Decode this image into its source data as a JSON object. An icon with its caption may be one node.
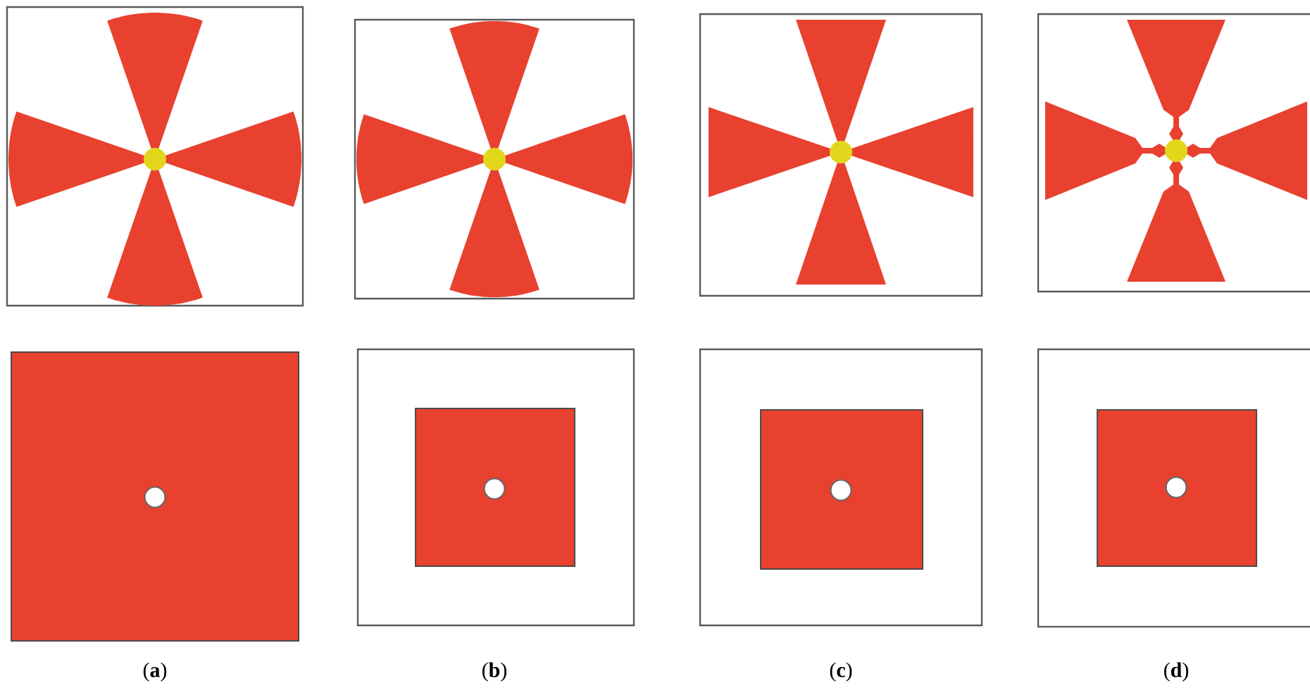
{
  "diagram": {
    "labels": [
      "(**a**)",
      "(**b**)",
      "(**c**)",
      "(**d**)"
    ]
  }
}
